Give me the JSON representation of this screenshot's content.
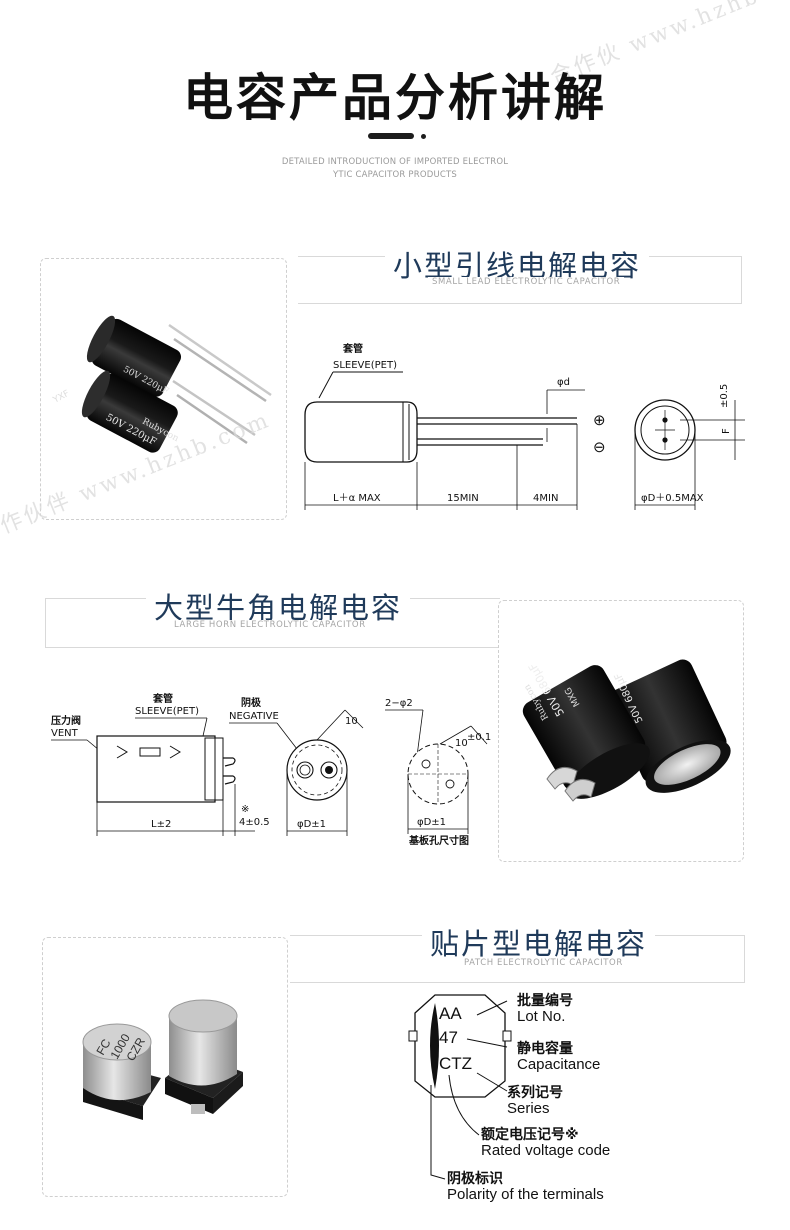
{
  "header": {
    "title": "电容产品分析讲解",
    "subtitle_line1": "DETAILED INTRODUCTION OF IMPORTED ELECTROL",
    "subtitle_line2": "YTIC CAPACITOR PRODUCTS"
  },
  "watermarks": {
    "top_right": "合作伙 www.hzhb.com",
    "left_card": "作伙伴 www.hzhb.com"
  },
  "colors": {
    "section_title": "#1f3a5a",
    "capacitor_body": "#1a1a1a",
    "smd_body": "#b8b8b8"
  },
  "sections": [
    {
      "title": "小型引线电解电容",
      "subtitle": "SMALL LEAD ELECTROLYTIC CAPACITOR",
      "photo_text": {
        "voltage_cap": "50V 220μF",
        "series": "YXF",
        "brand": "Rubycon"
      },
      "diagram": {
        "sleeve_cn": "套管",
        "sleeve_en": "SLEEVE(PET)",
        "phi_d": "φd",
        "plus": "⊕",
        "minus": "⊖",
        "f_label": "F",
        "tolerance": "±0.5",
        "dim_l": "L＋α MAX",
        "dim_15": "15MIN",
        "dim_4": "4MIN",
        "dim_d": "φD＋0.5MAX"
      }
    },
    {
      "title": "大型牛角电解电容",
      "subtitle": "LARGE HORN ELECTROLYTIC CAPACITOR",
      "photo_text": {
        "voltage_cap": "50V 680μF",
        "series": "MXG",
        "brand": "Rubycon"
      },
      "diagram": {
        "vent_cn": "压力阀",
        "vent_en": "VENT",
        "sleeve_cn": "套管",
        "sleeve_en": "SLEEVE(PET)",
        "negative_cn": "阴极",
        "negative_en": "NEGATIVE",
        "dim_l": "L±2",
        "note_mark": "※",
        "dim_4": "4±0.5",
        "dim_d": "φD±1",
        "dim_10": "10",
        "holes": "2−φ2",
        "dim_10b": "10",
        "sup": "±0.1",
        "dim_d2": "φD±1",
        "pcb_caption": "基板孔尺寸图"
      }
    },
    {
      "title": "贴片型电解电容",
      "subtitle": "PATCH ELECTROLYTIC CAPACITOR",
      "photo_text": {
        "code1": "FC",
        "code2": "1000",
        "code3": "CZR"
      },
      "diagram": {
        "chip_aa": "AA",
        "chip_47": "47",
        "chip_ctz": "CTZ",
        "lot_cn": "批量编号",
        "lot_en": "Lot No.",
        "cap_cn": "静电容量",
        "cap_en": "Capacitance",
        "series_cn": "系列记号",
        "series_en": "Series",
        "volt_cn": "额定电压记号※",
        "volt_en": "Rated voltage code",
        "pol_cn": "阴极标识",
        "pol_en": "Polarity of the terminals"
      }
    }
  ]
}
